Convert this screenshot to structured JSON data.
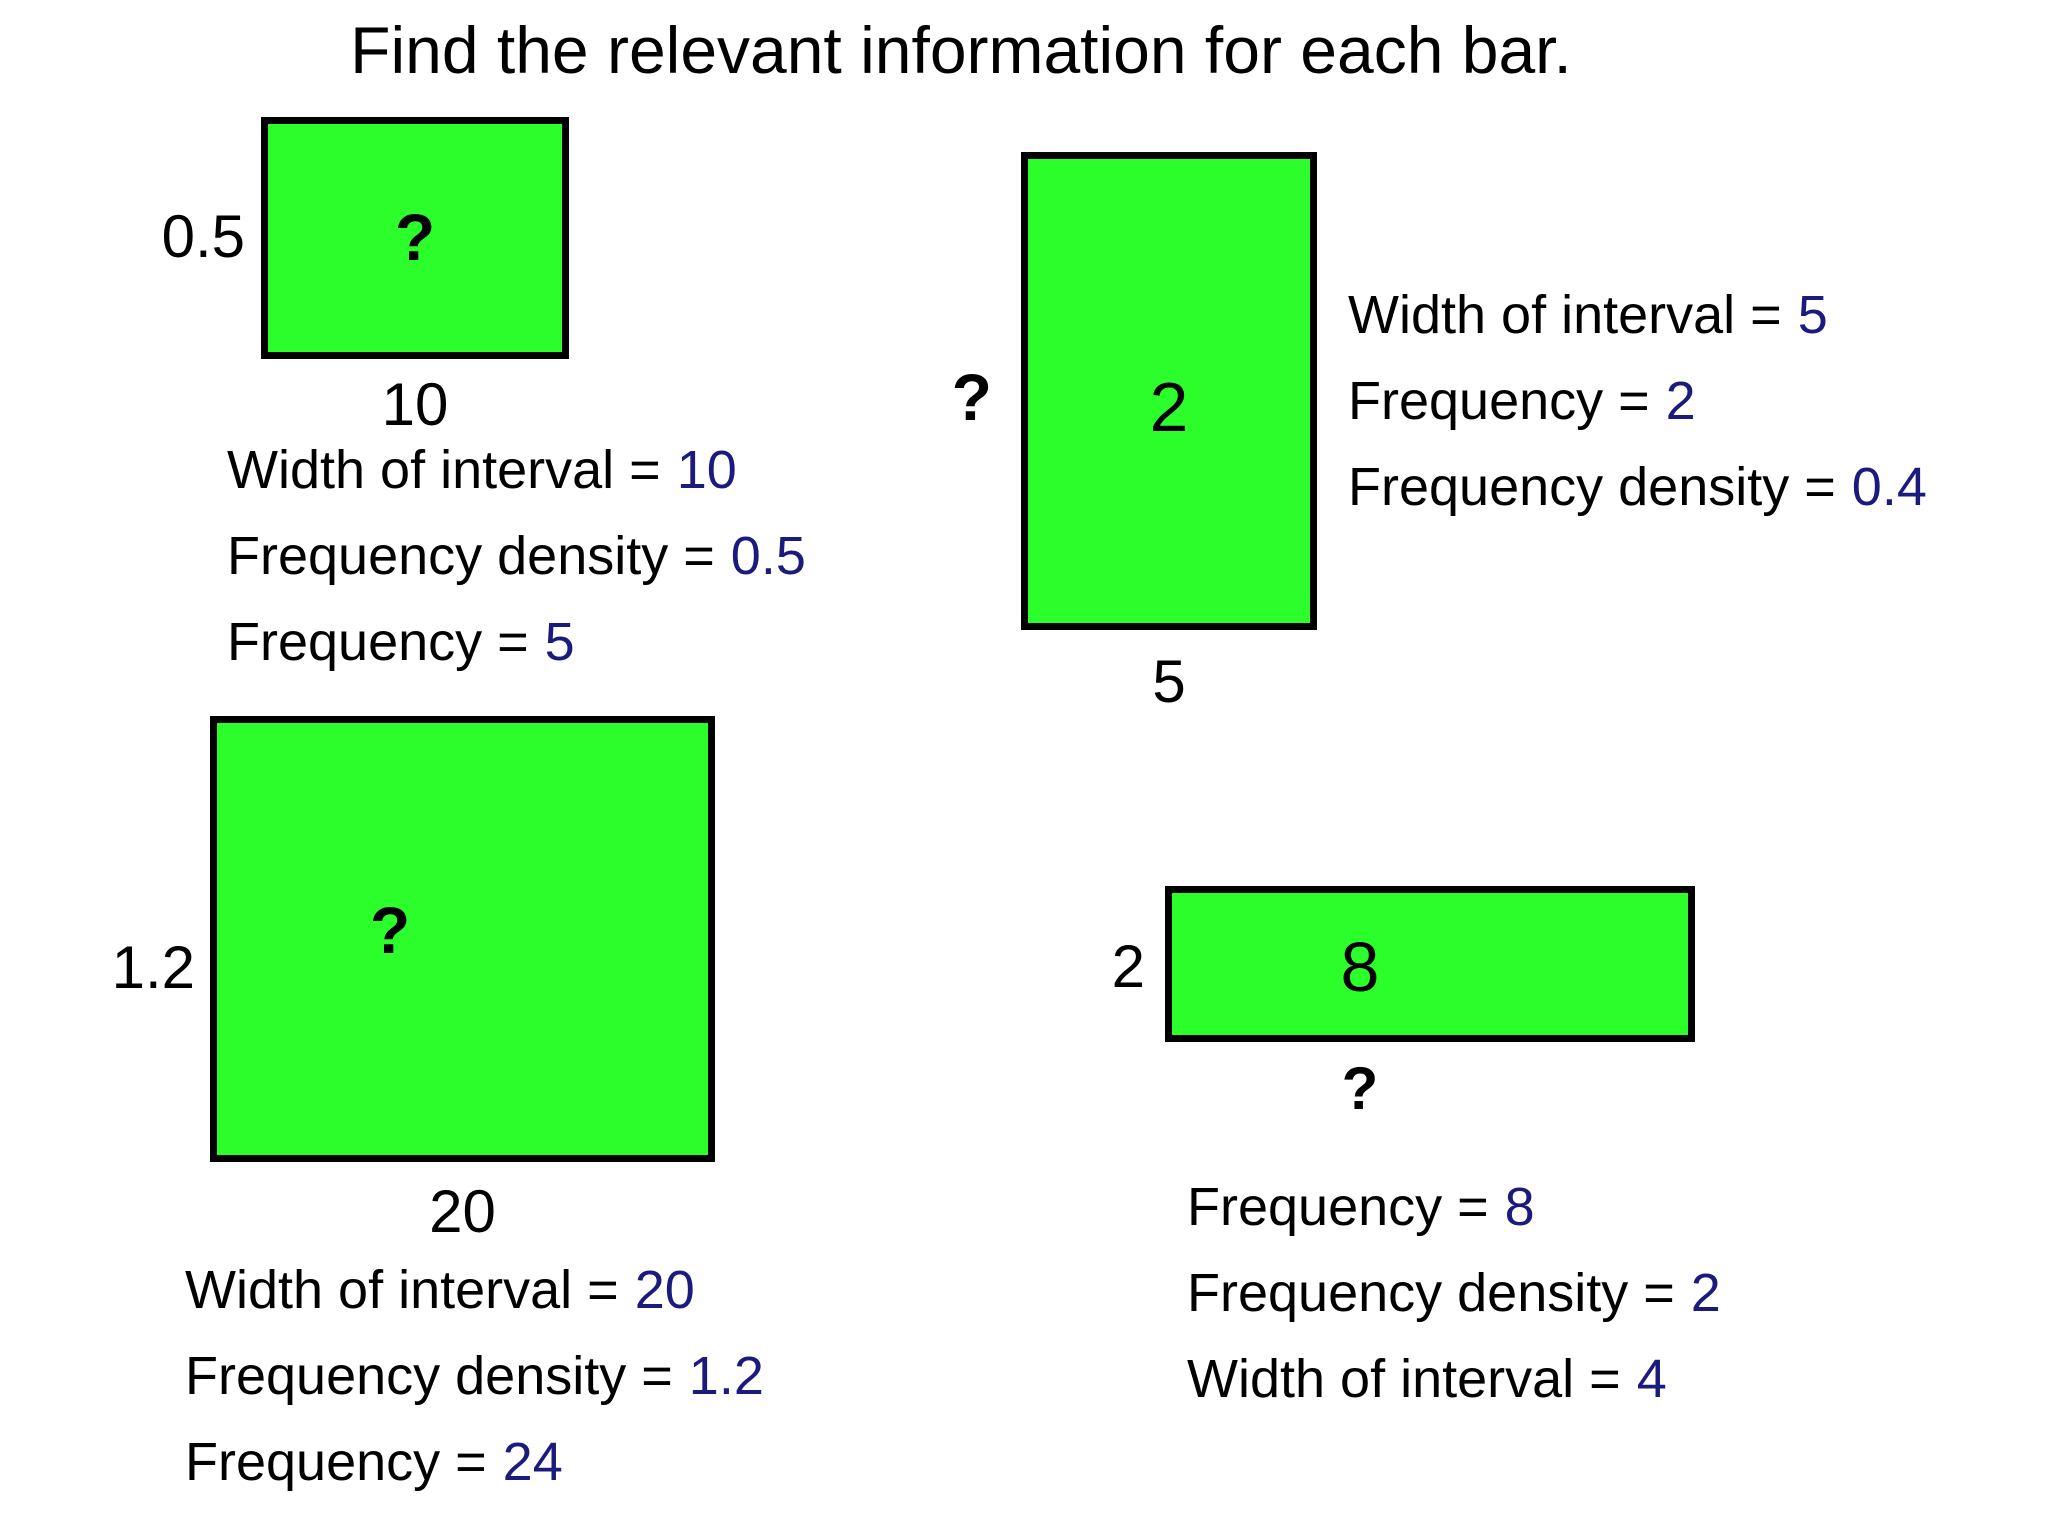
{
  "title": "Find the relevant information for each bar.",
  "colors": {
    "background": "#ffffff",
    "bar_fill": "#2cfe2c",
    "bar_border": "#000000",
    "text_color": "#000000",
    "value_color": "#1b1b7d"
  },
  "bars": [
    {
      "position": "top-left",
      "density_label": "0.5",
      "frequency_label": "?",
      "width_label": "10",
      "info": [
        {
          "label": "Width of interval =",
          "value": "10"
        },
        {
          "label": "Frequency density =",
          "value": "0.5"
        },
        {
          "label": "Frequency =",
          "value": "5"
        }
      ]
    },
    {
      "position": "top-right",
      "density_label": "?",
      "frequency_label": "2",
      "width_label": "5",
      "info": [
        {
          "label": "Width of interval =",
          "value": "5"
        },
        {
          "label": "Frequency =",
          "value": "2"
        },
        {
          "label": "Frequency density =",
          "value": "0.4"
        }
      ]
    },
    {
      "position": "bottom-left",
      "density_label": "1.2",
      "frequency_label": "?",
      "width_label": "20",
      "info": [
        {
          "label": "Width of interval =",
          "value": "20"
        },
        {
          "label": "Frequency density =",
          "value": "1.2"
        },
        {
          "label": "Frequency =",
          "value": "24"
        }
      ]
    },
    {
      "position": "bottom-right",
      "density_label": "2",
      "frequency_label": "8",
      "width_label": "?",
      "info": [
        {
          "label": "Frequency =",
          "value": "8"
        },
        {
          "label": "Frequency density =",
          "value": "2"
        },
        {
          "label": "Width of interval =",
          "value": "4"
        }
      ]
    }
  ]
}
